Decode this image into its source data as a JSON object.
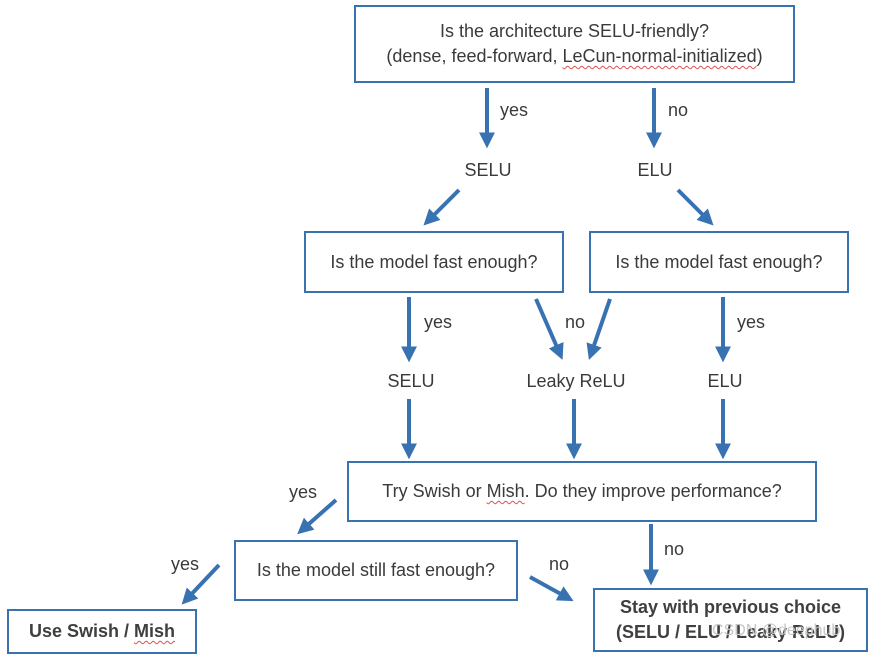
{
  "nodes": {
    "q_arch_line1": "Is the architecture SELU-friendly?",
    "q_arch_line2_pre": "(dense, feed-forward, ",
    "q_arch_line2_underlined": "LeCun-normal-initialized",
    "q_arch_line2_post": ")",
    "selu_top": "SELU",
    "elu_top": "ELU",
    "q_fast_left": "Is the model fast enough?",
    "q_fast_right": "Is the model fast enough?",
    "selu_mid": "SELU",
    "leaky_relu": "Leaky ReLU",
    "elu_mid": "ELU",
    "q_swish_pre": "Try Swish or ",
    "q_swish_underlined": "Mish",
    "q_swish_post": ". Do they improve performance?",
    "q_still_fast": "Is the model still fast enough?",
    "use_swish_pre": "Use Swish / ",
    "use_swish_underlined": "Mish",
    "stay_line1": "Stay with previous choice",
    "stay_line2": "(SELU / ELU / Leaky ReLU)"
  },
  "edge_labels": {
    "arch_yes": "yes",
    "arch_no": "no",
    "fast_left_yes": "yes",
    "fast_no": "no",
    "fast_right_yes": "yes",
    "swish_yes": "yes",
    "swish_no": "no",
    "still_fast_yes": "yes",
    "still_fast_no": "no"
  },
  "watermark": "CSDN @deephub",
  "colors": {
    "arrow": "#3872b0",
    "box_border": "#3872b0",
    "text": "#3a3a3a"
  }
}
